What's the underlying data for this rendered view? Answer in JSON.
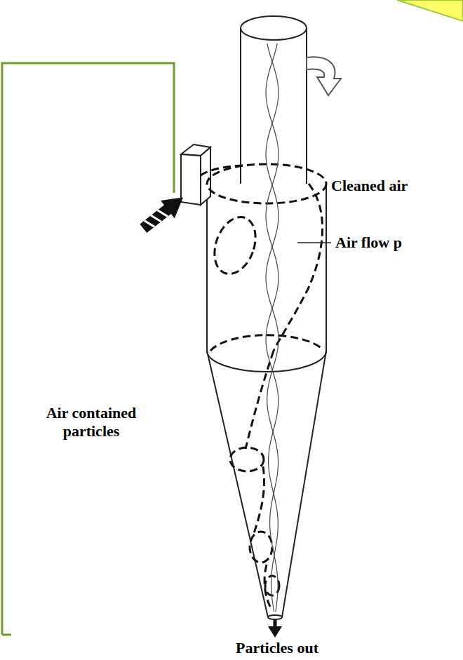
{
  "diagram": {
    "labels": [
      "Cleaned air",
      "Air contained particles",
      "Air flow p",
      "Particles out"
    ]
  }
}
